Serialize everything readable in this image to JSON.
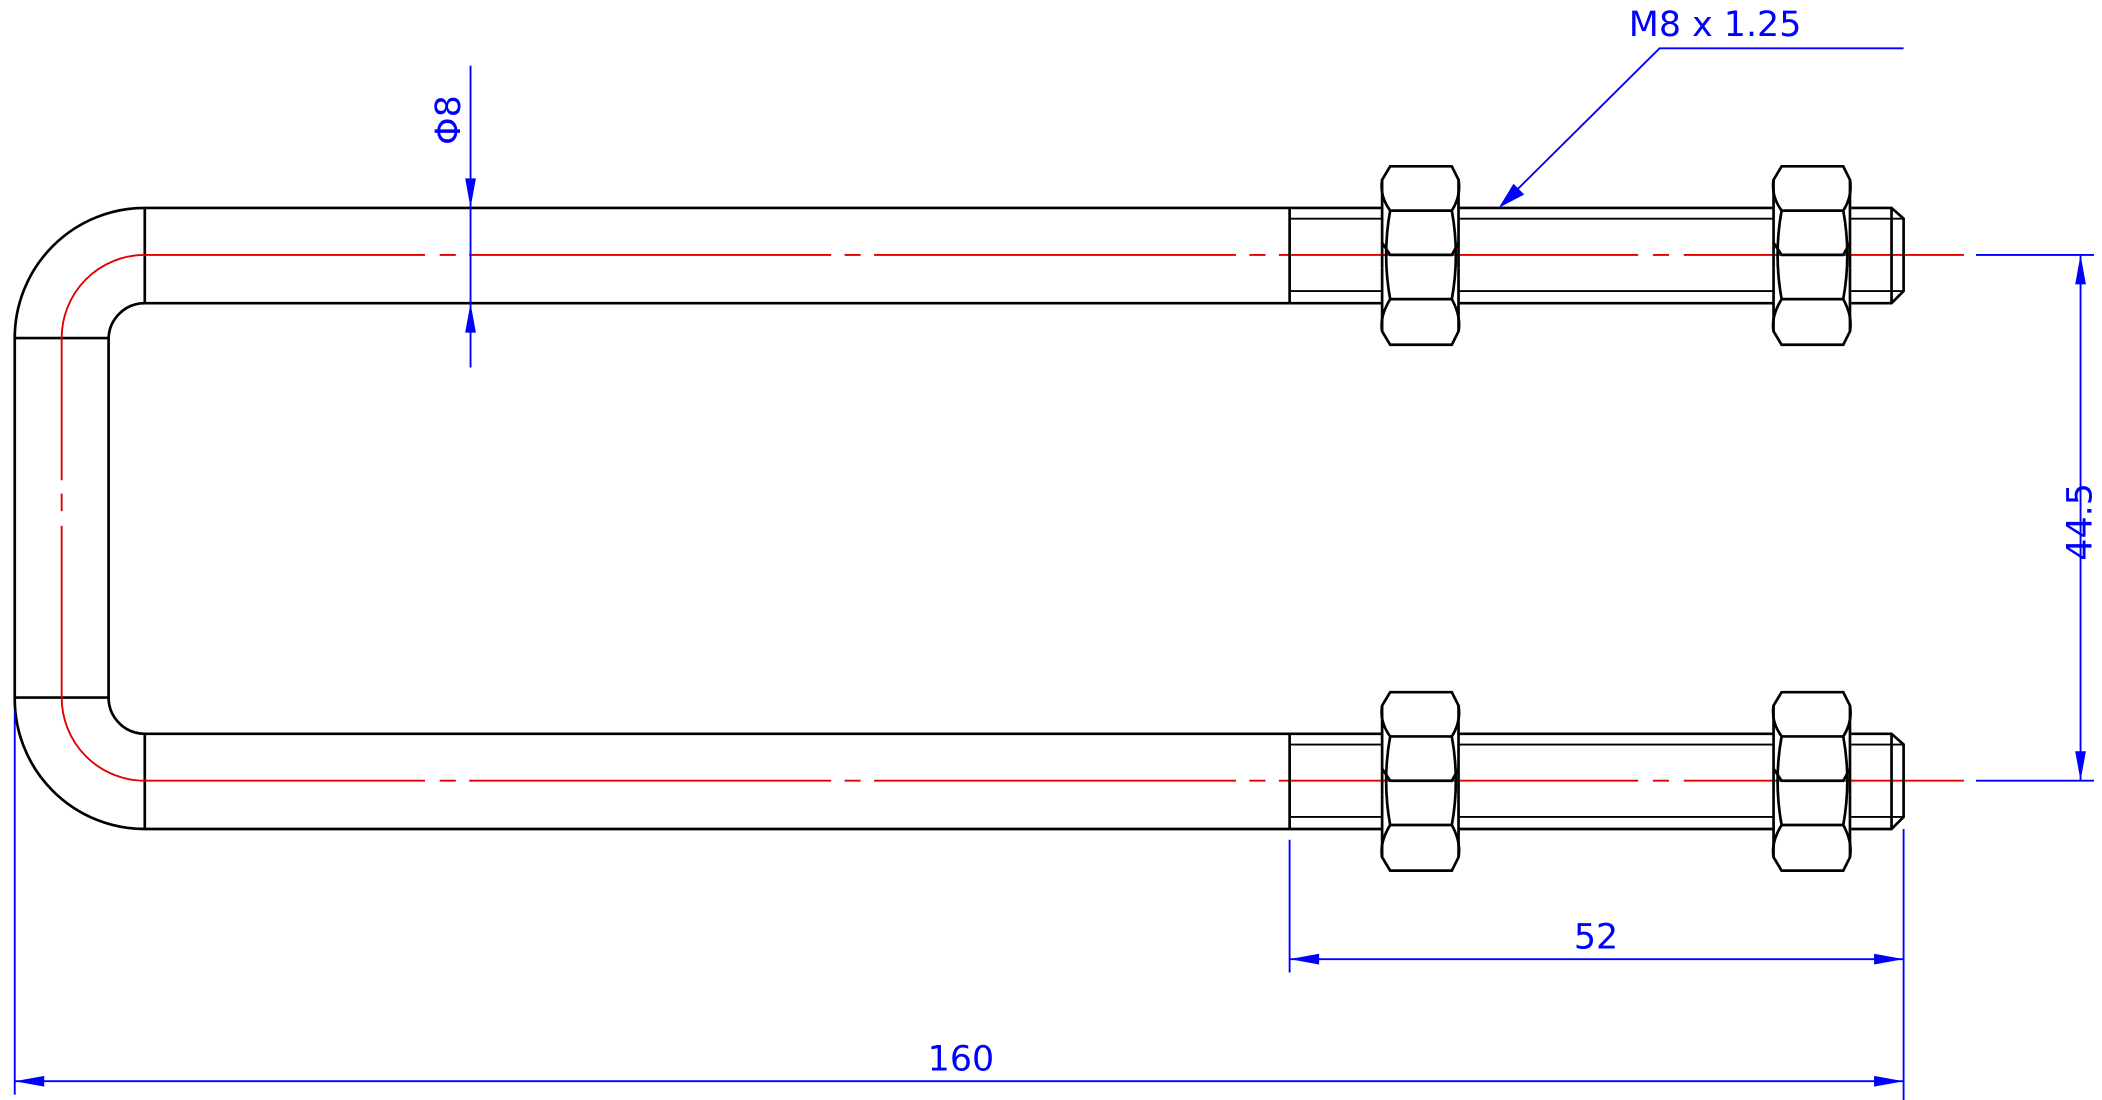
{
  "drawing": {
    "title": "U-bolt with hex nuts",
    "colors": {
      "outline": "#000000",
      "centerline": "#e00000",
      "dimension": "#0000ff"
    },
    "dimensions": {
      "diameter": "Φ8",
      "thread_callout": "M8 x 1.25",
      "leg_spacing": "44.5",
      "thread_length": "52",
      "overall_length": "160"
    }
  }
}
